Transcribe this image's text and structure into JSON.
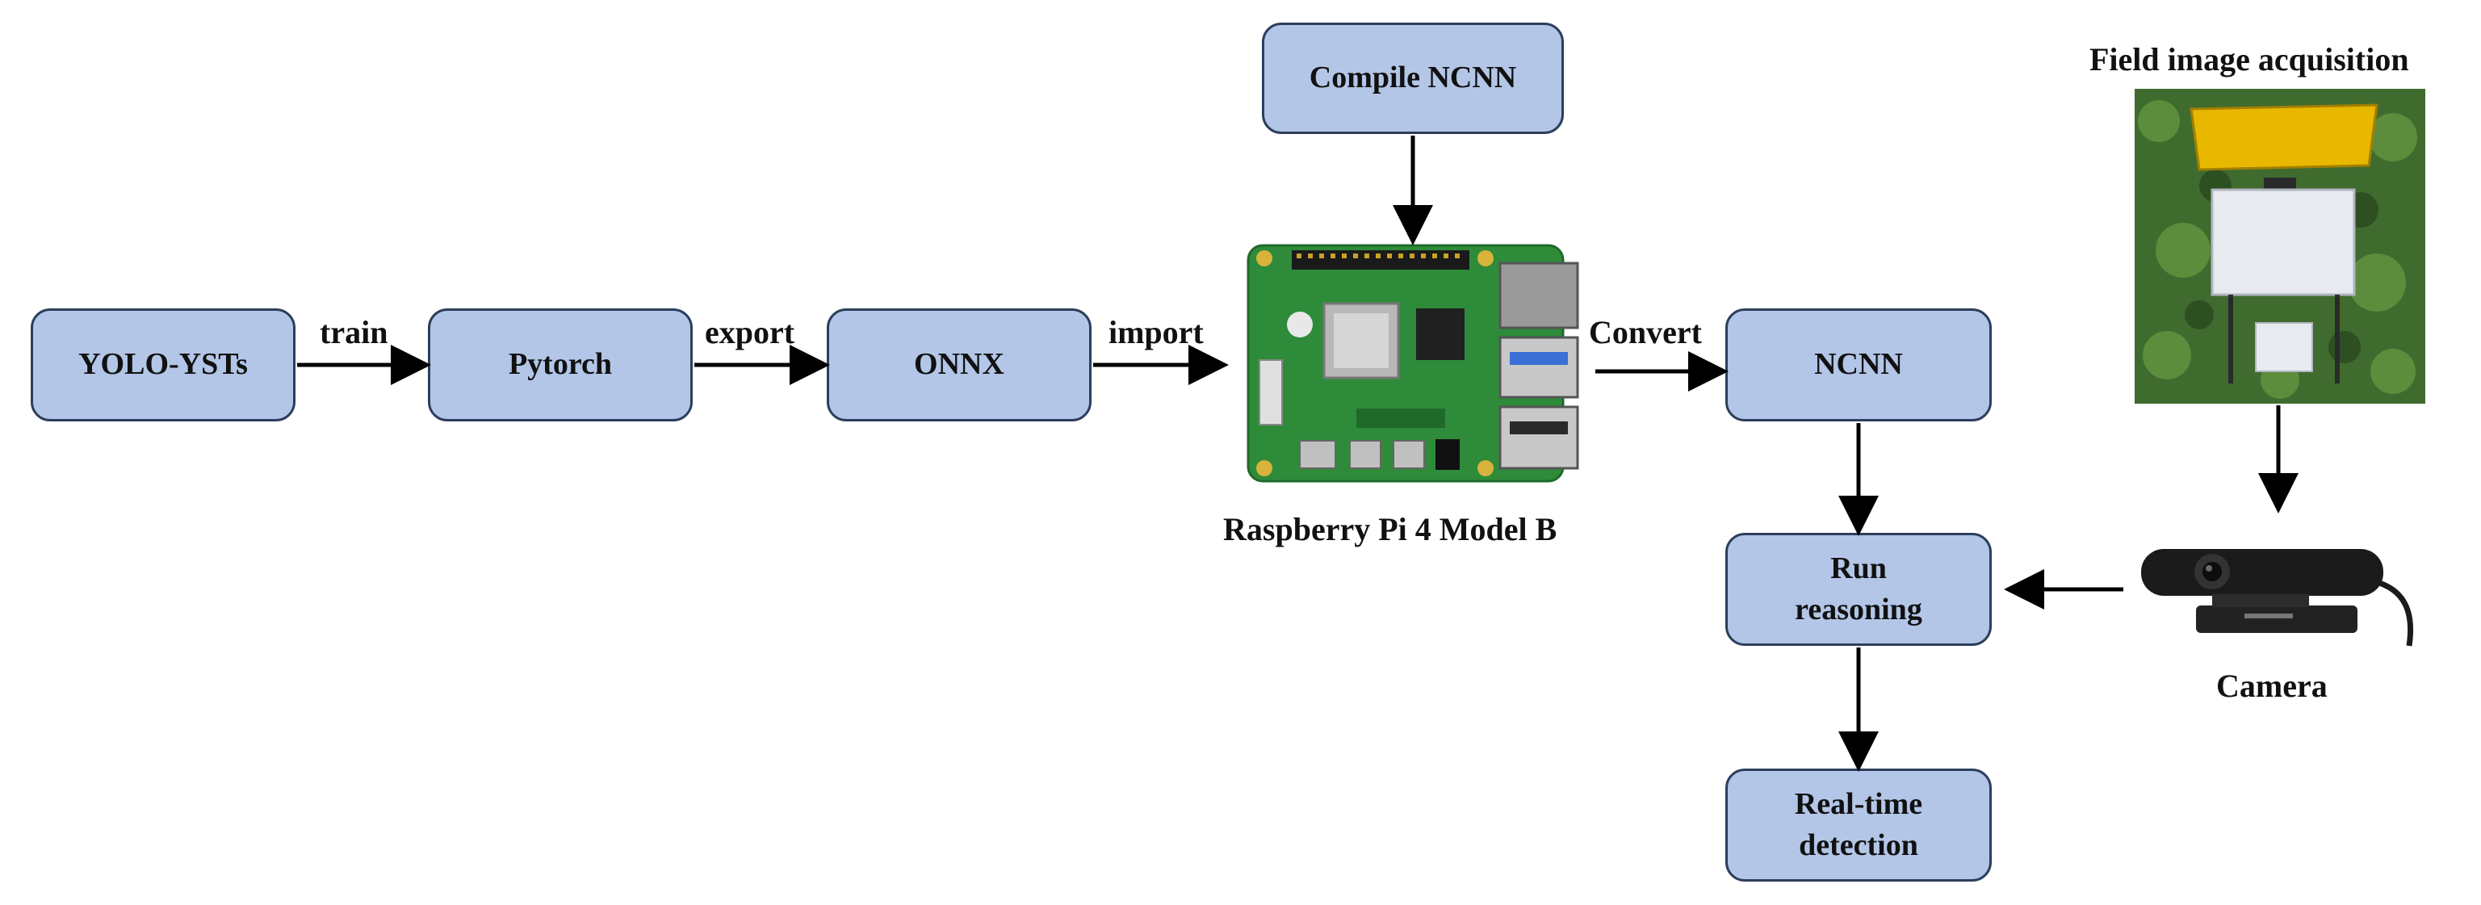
{
  "diagram": {
    "nodes": {
      "yolo": "YOLO-YSTs",
      "pytorch": "Pytorch",
      "onnx": "ONNX",
      "compile": "Compile NCNN",
      "ncnn": "NCNN",
      "run": "Run\nreasoning",
      "realtime": "Real-time\ndetection"
    },
    "edge_labels": {
      "train": "train",
      "export": "export",
      "import": "import",
      "convert": "Convert"
    },
    "captions": {
      "raspberry": "Raspberry  Pi 4 Model B",
      "field": "Field image acquisition",
      "camera": "Camera"
    },
    "colors": {
      "box_fill": "#b3c6e7",
      "box_border": "#2c3e5c",
      "arrow": "#000000",
      "pcb_green": "#2e8b3a",
      "yellow_trap": "#e8b800"
    }
  }
}
